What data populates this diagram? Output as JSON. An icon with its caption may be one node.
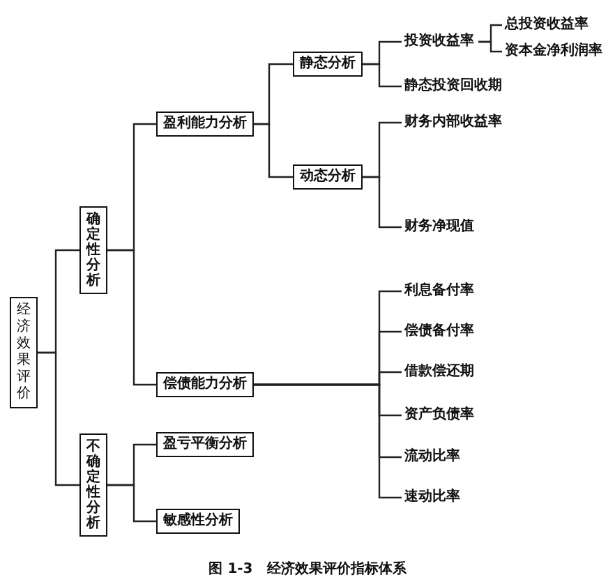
{
  "diagram": {
    "caption": "图 1-3　经济效果评价指标体系",
    "nodes": [
      {
        "text": [
          "经济效果评价"
        ]
      },
      {
        "text": [
          "确定性分析"
        ]
      },
      {
        "text": [
          "不确定性分析"
        ]
      },
      {
        "text": [
          "盈利能力分析"
        ]
      },
      {
        "text": [
          "偿债能力分析"
        ]
      },
      {
        "text": [
          "盈亏平衡分析"
        ]
      },
      {
        "text": [
          "敏感性分析"
        ]
      },
      {
        "text": [
          "静态分析"
        ]
      },
      {
        "text": [
          "动态分析"
        ]
      },
      {
        "text": [
          "投资收益率"
        ]
      },
      {
        "text": [
          "静态投资回收期"
        ]
      },
      {
        "text": [
          "总投资收益率"
        ]
      },
      {
        "text": [
          "资本金净利润率"
        ]
      },
      {
        "text": [
          "财务内部收益率"
        ]
      },
      {
        "text": [
          "财务净现值"
        ]
      },
      {
        "text": [
          "利息备付率"
        ]
      },
      {
        "text": [
          "偿债备付率"
        ]
      },
      {
        "text": [
          "借款偿还期"
        ]
      },
      {
        "text": [
          "资产负债率"
        ]
      },
      {
        "text": [
          "流动比率"
        ]
      },
      {
        "text": [
          "速动比率"
        ]
      }
    ],
    "edges": [
      {
        "from": 0,
        "to": 1,
        "arrow": "none"
      },
      {
        "from": 0,
        "to": 2,
        "arrow": "none"
      },
      {
        "from": 1,
        "to": 3,
        "arrow": "none"
      },
      {
        "from": 1,
        "to": 4,
        "arrow": "none"
      },
      {
        "from": 2,
        "to": 5,
        "arrow": "none"
      },
      {
        "from": 2,
        "to": 6,
        "arrow": "none"
      },
      {
        "from": 3,
        "to": 7,
        "arrow": "none"
      },
      {
        "from": 3,
        "to": 8,
        "arrow": "none"
      },
      {
        "from": 7,
        "to": 9,
        "arrow": "none"
      },
      {
        "from": 7,
        "to": 10,
        "arrow": "none"
      },
      {
        "from": 9,
        "to": 11,
        "arrow": "none"
      },
      {
        "from": 9,
        "to": 12,
        "arrow": "none"
      },
      {
        "from": 8,
        "to": 13,
        "arrow": "none"
      },
      {
        "from": 8,
        "to": 14,
        "arrow": "none"
      },
      {
        "from": 4,
        "to": 15,
        "arrow": "none"
      },
      {
        "from": 4,
        "to": 16,
        "arrow": "none"
      },
      {
        "from": 4,
        "to": 17,
        "arrow": "none"
      },
      {
        "from": 4,
        "to": 18,
        "arrow": "none"
      },
      {
        "from": 4,
        "to": 19,
        "arrow": "none"
      },
      {
        "from": 4,
        "to": 20,
        "arrow": "none"
      }
    ]
  }
}
